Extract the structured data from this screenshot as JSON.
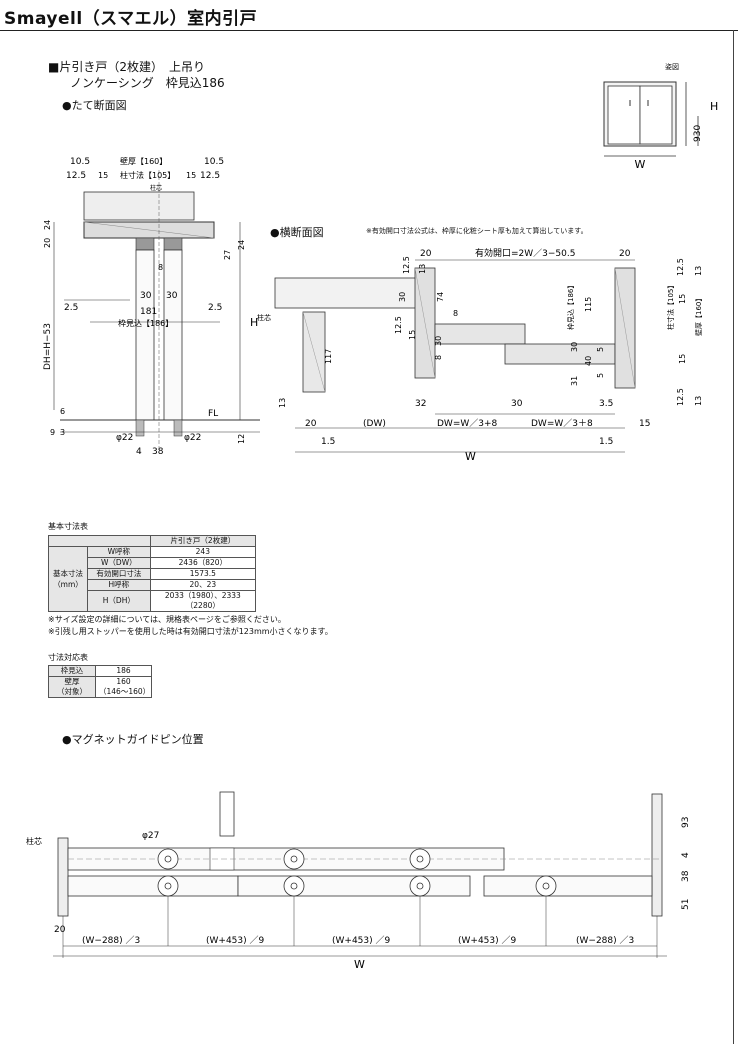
{
  "header": {
    "title": "Smayell（スマエル）室内引戸"
  },
  "product": {
    "line1": "■片引き戸（2枚建）　上吊り",
    "line2": "ノンケーシング　枠見込186"
  },
  "sections": {
    "vertical": "●たて断面図",
    "horizontal": "●横断面図",
    "horizontal_note": "※有効開口寸法公式は、枠厚に化粧シート厚も加えて算出しています。",
    "magnet": "●マグネットガイドピン位置"
  },
  "elevation": {
    "caption": "姿図",
    "labels": [
      "W",
      "H",
      "930"
    ]
  },
  "vertical_section": {
    "dims_top": [
      "10.5",
      "壁厚【160】",
      "10.5",
      "12.5",
      "15",
      "柱寸法【105】",
      "15",
      "12.5",
      "柱芯"
    ],
    "dims_left": [
      "20",
      "24",
      "2.5",
      "DH=H−53",
      "181",
      "9",
      "3",
      "6"
    ],
    "dims_right": [
      "27",
      "24",
      "H",
      "2.5",
      "FL",
      "12"
    ],
    "dims_inner": [
      "8",
      "30",
      "30",
      "枠見込【186】"
    ],
    "dims_bottom": [
      "φ22",
      "φ22",
      "4",
      "38"
    ]
  },
  "horizontal_section": {
    "top": [
      "20",
      "有効開口=2W／3−50.5",
      "20"
    ],
    "left": [
      "12.5",
      "13",
      "30",
      "74",
      "8",
      "柱芯",
      "12.5",
      "15",
      "30",
      "117",
      "8",
      "13"
    ],
    "right": [
      "12.5",
      "13",
      "115",
      "枠見込【186】",
      "柱寸法【105】",
      "壁厚【160】",
      "15",
      "15",
      "30",
      "40",
      "5",
      "31",
      "5",
      "3.5",
      "12.5",
      "13"
    ],
    "bottom": [
      "20",
      "(DW)",
      "32",
      "DW=W／3+8",
      "30",
      "DW=W／3＋8",
      "15",
      "1.5",
      "1.5",
      "W"
    ]
  },
  "basic_table": {
    "caption": "基本寸法表",
    "product_header": "片引き戸（2枚建）",
    "group_label_1": "基本寸法",
    "group_label_2": "（mm）",
    "rows": [
      {
        "label": "W呼称",
        "value": "243"
      },
      {
        "label": "W（DW）",
        "value": "2436（820）"
      },
      {
        "label": "有効開口寸法",
        "value": "1573.5"
      },
      {
        "label": "H呼称",
        "value": "20、23"
      },
      {
        "label": "H（DH）",
        "value": "2033（1980）、2333（2280）"
      }
    ],
    "notes": [
      "※サイズ設定の詳細については、規格表ページをご参照ください。",
      "※引残し用ストッパーを使用した時は有効開口寸法が123mm小さくなります。"
    ]
  },
  "size_table": {
    "caption": "寸法対応表",
    "rows": [
      {
        "label": "枠見込",
        "value": "186"
      },
      {
        "label": "壁厚",
        "value": "160"
      },
      {
        "label": "（対象）",
        "value": "（146〜160）"
      }
    ]
  },
  "magnet_section": {
    "pillar_label": "柱芯",
    "diameter": "φ27",
    "right_dims": [
      "93",
      "4",
      "38",
      "51"
    ],
    "left_dim": "20",
    "segments": [
      "(W−288) ／3",
      "(W+453) ／9",
      "(W+453) ／9",
      "(W+453) ／9",
      "(W−288) ／3"
    ],
    "total": "W"
  }
}
